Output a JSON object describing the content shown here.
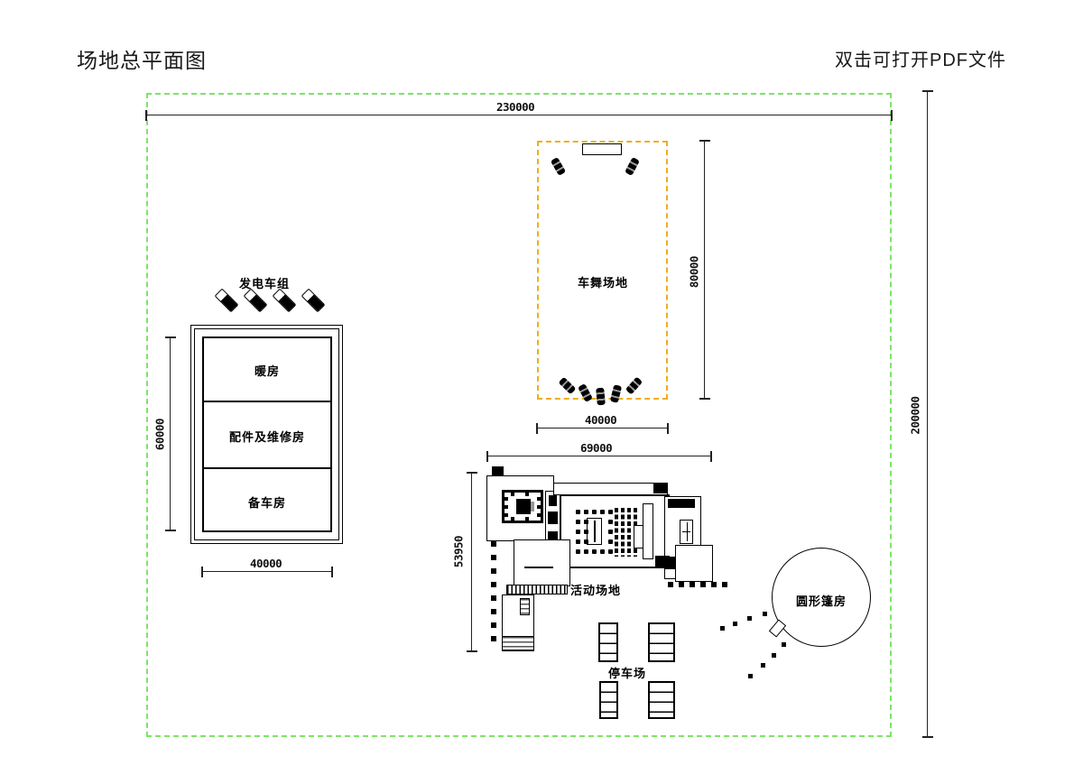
{
  "header": {
    "title": "场地总平面图",
    "hint": "双击可打开PDF文件"
  },
  "dims": {
    "site_width": "230000",
    "site_height": "200000",
    "dance_height": "80000",
    "dance_width": "40000",
    "service_height": "60000",
    "service_width": "40000",
    "activity_width": "69000",
    "activity_height": "53950"
  },
  "areas": {
    "dance": {
      "label": "车舞场地"
    },
    "generator": {
      "label": "发电车组"
    },
    "service": {
      "rooms": [
        {
          "label": "暖房"
        },
        {
          "label": "配件及维修房"
        },
        {
          "label": "备车房"
        }
      ]
    },
    "activity": {
      "label": "活动场地"
    },
    "tent": {
      "label": "圆形篷房"
    },
    "parking": {
      "label": "停车场"
    }
  },
  "colors": {
    "boundary_green": "#7fe36a",
    "dance_orange": "#f0ad1e"
  }
}
